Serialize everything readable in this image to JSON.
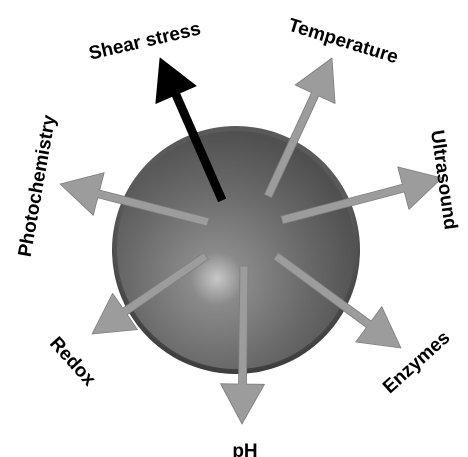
{
  "diagram": {
    "particle": {
      "fill": "#6e6e6e",
      "rim": "#4a4a4a",
      "core_glow": "#b0b0b0"
    },
    "arrow_colors": {
      "highlighted": "#000000",
      "normal": "#9c9c9c"
    },
    "stimuli": [
      {
        "id": "shear-stress",
        "label": "Shear stress",
        "highlighted": true
      },
      {
        "id": "temperature",
        "label": "Temperature",
        "highlighted": false
      },
      {
        "id": "ultrasound",
        "label": "Ultrasound",
        "highlighted": false
      },
      {
        "id": "enzymes",
        "label": "Enzymes",
        "highlighted": false
      },
      {
        "id": "ph",
        "label": "pH",
        "highlighted": false
      },
      {
        "id": "redox",
        "label": "Redox",
        "highlighted": false
      },
      {
        "id": "photochemistry",
        "label": "Photochemistry",
        "highlighted": false
      }
    ]
  }
}
